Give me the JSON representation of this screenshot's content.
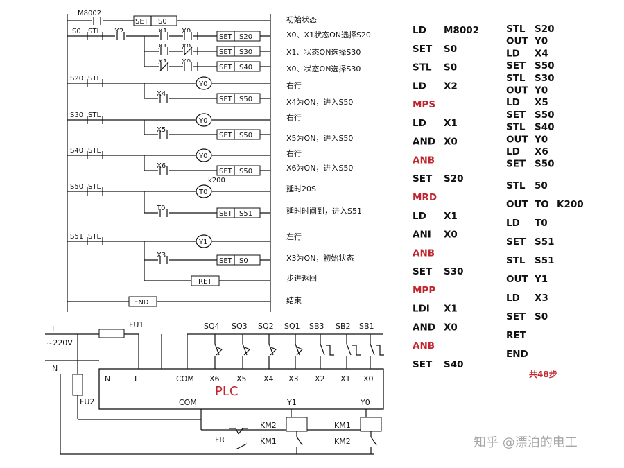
{
  "ladder": {
    "rungs": [
      {
        "contacts": [
          "M8002"
        ],
        "coil": "S0",
        "comment": "初始状态"
      },
      {
        "contacts": [
          "S0",
          "STL",
          "X2",
          "X1",
          "X0"
        ],
        "coil": "S20",
        "comment": "X0、X1状态ON选择S20"
      },
      {
        "contacts": [
          "X1",
          "X0"
        ],
        "coil": "S30",
        "comment": "X1、状态ON选择S30"
      },
      {
        "contacts": [
          "X1",
          "X0"
        ],
        "coil": "S40",
        "comment": "X0、状态ON选择S30"
      },
      {
        "contacts": [
          "S20",
          "STL"
        ],
        "coil": "Y0",
        "comment": "右行"
      },
      {
        "contacts": [
          "X4"
        ],
        "coil": "S50",
        "comment": "X4为ON，进入S50"
      },
      {
        "contacts": [
          "S30",
          "STL"
        ],
        "coil": "Y0",
        "comment": "右行"
      },
      {
        "contacts": [
          "X5"
        ],
        "coil": "S50",
        "comment": "X5为ON，进入S50"
      },
      {
        "contacts": [
          "S40",
          "STL"
        ],
        "coil": "Y0",
        "comment": "右行"
      },
      {
        "contacts": [
          "X6"
        ],
        "coil": "S50",
        "comment": "X6为ON，进入S50"
      },
      {
        "contacts": [
          "S50",
          "STL"
        ],
        "coil": "T0",
        "preset": "k200",
        "comment": "延时20S"
      },
      {
        "contacts": [
          "T0"
        ],
        "coil": "S51",
        "comment": "延时时间到，进入S51"
      },
      {
        "contacts": [
          "S51",
          "STL"
        ],
        "coil": "Y1",
        "comment": "左行"
      },
      {
        "contacts": [
          "X3"
        ],
        "coil": "S0",
        "comment": "X3为ON，初始状态"
      },
      {
        "contacts": [],
        "coil": "RET",
        "comment": "步进返回"
      },
      {
        "contacts": [],
        "coil": "END",
        "comment": "结束"
      }
    ],
    "set_label": "SET"
  },
  "instructions": {
    "col1": [
      {
        "op": "LD",
        "arg": "M8002",
        "red": false
      },
      {
        "op": "SET",
        "arg": "S0",
        "red": false
      },
      {
        "op": "STL",
        "arg": "S0",
        "red": false
      },
      {
        "op": "LD",
        "arg": "X2",
        "red": false
      },
      {
        "op": "MPS",
        "arg": "",
        "red": true
      },
      {
        "op": "LD",
        "arg": "X1",
        "red": false
      },
      {
        "op": "AND",
        "arg": "X0",
        "red": false
      },
      {
        "op": "ANB",
        "arg": "",
        "red": true
      },
      {
        "op": "SET",
        "arg": "S20",
        "red": false
      },
      {
        "op": "MRD",
        "arg": "",
        "red": true
      },
      {
        "op": "LD",
        "arg": "X1",
        "red": false
      },
      {
        "op": "ANI",
        "arg": "X0",
        "red": false
      },
      {
        "op": "ANB",
        "arg": "",
        "red": true
      },
      {
        "op": "SET",
        "arg": "S30",
        "red": false
      },
      {
        "op": "MPP",
        "arg": "",
        "red": true
      },
      {
        "op": "LDI",
        "arg": "X1",
        "red": false
      },
      {
        "op": "AND",
        "arg": "X0",
        "red": false
      },
      {
        "op": "ANB",
        "arg": "",
        "red": true
      },
      {
        "op": "SET",
        "arg": "S40",
        "red": false
      }
    ],
    "col2": [
      {
        "op": "STL",
        "arg": "S20"
      },
      {
        "op": "OUT",
        "arg": "Y0"
      },
      {
        "op": "LD",
        "arg": "X4"
      },
      {
        "op": "SET",
        "arg": "S50"
      },
      {
        "op": "STL",
        "arg": "S30"
      },
      {
        "op": "OUT",
        "arg": "Y0"
      },
      {
        "op": "LD",
        "arg": "X5"
      },
      {
        "op": "SET",
        "arg": "S50"
      },
      {
        "op": "STL",
        "arg": "S40"
      },
      {
        "op": "OUT",
        "arg": "Y0"
      },
      {
        "op": "LD",
        "arg": "X6"
      },
      {
        "op": "SET",
        "arg": "S50"
      },
      {
        "op": "STL",
        "arg": "50"
      },
      {
        "op": "OUT",
        "arg": "TO",
        "arg2": "K200"
      },
      {
        "op": "LD",
        "arg": "T0"
      },
      {
        "op": "SET",
        "arg": "S51"
      },
      {
        "op": "STL",
        "arg": "S51"
      },
      {
        "op": "OUT",
        "arg": "Y1"
      },
      {
        "op": "LD",
        "arg": "X3"
      },
      {
        "op": "SET",
        "arg": "S0"
      },
      {
        "op": "RET",
        "arg": ""
      },
      {
        "op": "END",
        "arg": ""
      }
    ],
    "total": "共48步"
  },
  "wiring": {
    "line_label": "L",
    "voltage": "~220V",
    "neutral_label": "N",
    "fuse1": "FU1",
    "fuse2": "FU2",
    "switches": [
      "SQ4",
      "SQ3",
      "SQ2",
      "SQ1",
      "SB3",
      "SB2",
      "SB1"
    ],
    "terminals_top": [
      "N",
      "L",
      "COM",
      "X6",
      "X5",
      "X4",
      "X3",
      "X2",
      "X1",
      "X0"
    ],
    "plc_label": "PLC",
    "terminals_bottom": [
      "COM",
      "Y1",
      "Y0"
    ],
    "relays": [
      "KM2",
      "KM1"
    ],
    "interlocks": [
      "KM1",
      "KM2"
    ],
    "fr_label": "FR"
  },
  "watermark": "知乎 @漂泊的电工"
}
